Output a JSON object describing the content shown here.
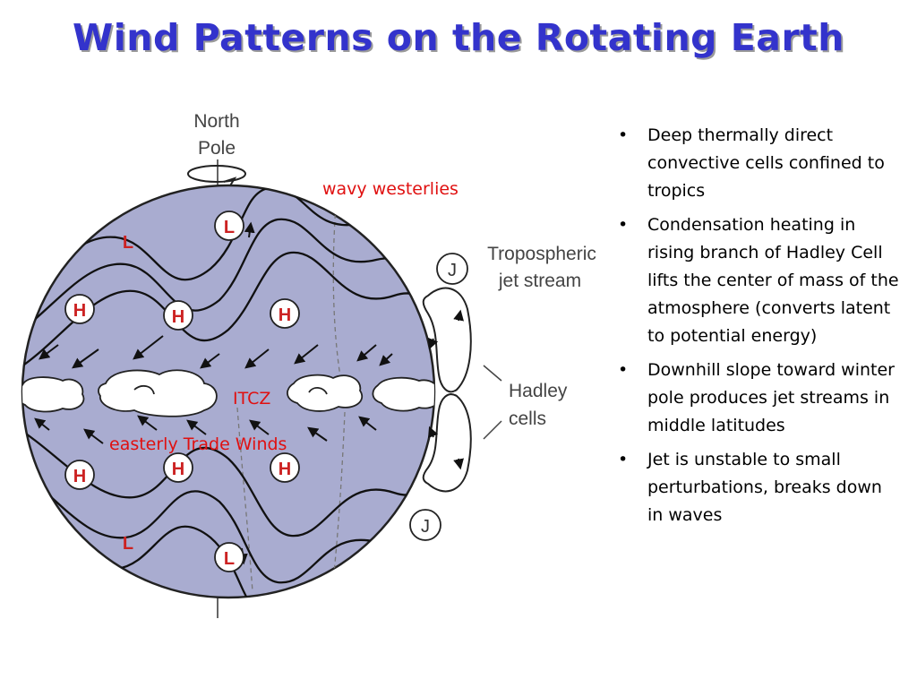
{
  "title": "Wind Patterns on the Rotating Earth",
  "diagram": {
    "north_pole": [
      "North",
      "Pole"
    ],
    "tropospheric_jet": [
      "Tropospheric",
      "jet stream"
    ],
    "hadley": [
      "Hadley",
      "cells"
    ],
    "jet_symbol": "J",
    "low_symbol": "L",
    "high_symbol": "H"
  },
  "annotations": {
    "wavy_westerlies": "wavy westerlies",
    "itcz": "ITCZ",
    "trade_winds": "easterly Trade Winds"
  },
  "bullets": [
    "Deep thermally direct convective cells confined to tropics",
    "Condensation heating in rising branch of Hadley Cell lifts the center of mass of the atmosphere (converts latent to potential energy)",
    "Downhill slope toward winter pole produces jet streams in middle latitudes",
    "Jet is unstable to small perturbations, breaks down in waves"
  ],
  "colors": {
    "title": "#3333cc",
    "globe": "#a9acd0",
    "annotation": "#e01010",
    "symbol": "#cc2222"
  }
}
